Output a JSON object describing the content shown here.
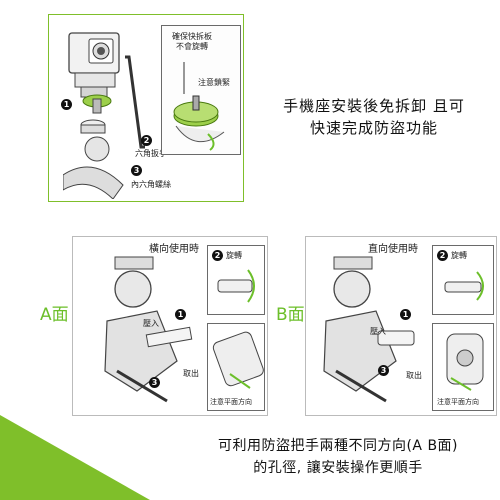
{
  "top_panel": {
    "note_lock": "確保快拆板",
    "note_lock2": "不會旋轉",
    "note_tighten": "注意鎖緊",
    "step1_num": "1",
    "step2_num": "2",
    "step2_label": "六角扳手",
    "step3_num": "3",
    "step3_label": "內六角螺絲"
  },
  "caption_top": {
    "line1": "手機座安裝後免拆卸 且可",
    "line2": "快速完成防盜功能"
  },
  "panel_a": {
    "face": "A面",
    "title": "橫向使用時",
    "rotate_num": "2",
    "rotate_label": "旋轉",
    "insert_num": "1",
    "insert_label": "壓入",
    "remove_num": "3",
    "remove_label": "取出",
    "note": "注意平面方向"
  },
  "panel_b": {
    "face": "B面",
    "title": "直向使用時",
    "rotate_num": "2",
    "rotate_label": "旋轉",
    "insert_num": "1",
    "insert_label": "壓入",
    "remove_num": "3",
    "remove_label": "取出",
    "note": "注意平面方向"
  },
  "caption_bottom": {
    "line1": "可利用防盜把手兩種不同方向(A B面)",
    "line2": "的孔徑, 讓安裝操作更順手"
  },
  "colors": {
    "accent_green": "#7fbf2a",
    "mount_green": "#9ccf4a"
  }
}
